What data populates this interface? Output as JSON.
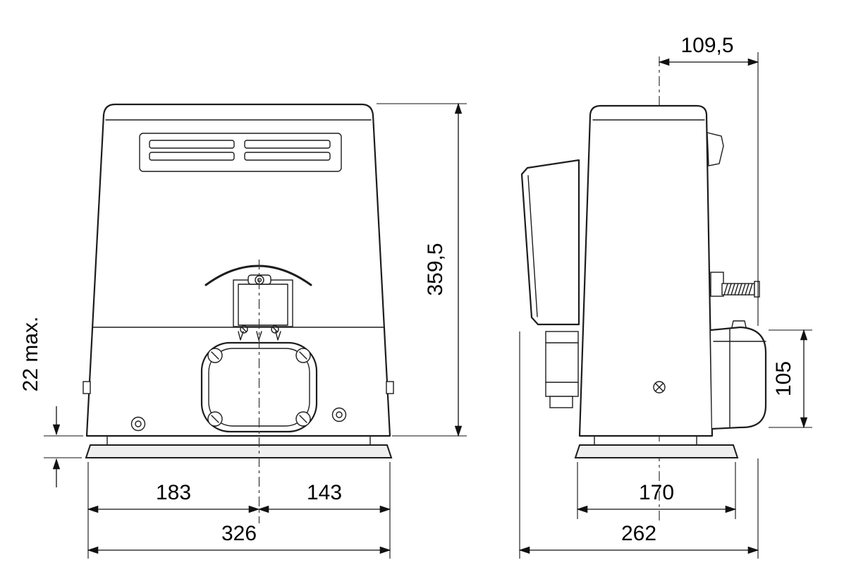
{
  "page": {
    "background": "#ffffff",
    "line_color": "#1d1d1d",
    "drawing_type": "technical-dimension-drawing"
  },
  "drawing": {
    "front_view": {
      "height": "359,5",
      "ground_clearance": "22 max.",
      "left_to_center": "183",
      "center_to_right": "143",
      "overall_width": "326"
    },
    "side_view": {
      "center_to_rack_end": "109,5",
      "motor_cover_height": "105",
      "base_depth": "170",
      "overall_depth": "262"
    }
  }
}
